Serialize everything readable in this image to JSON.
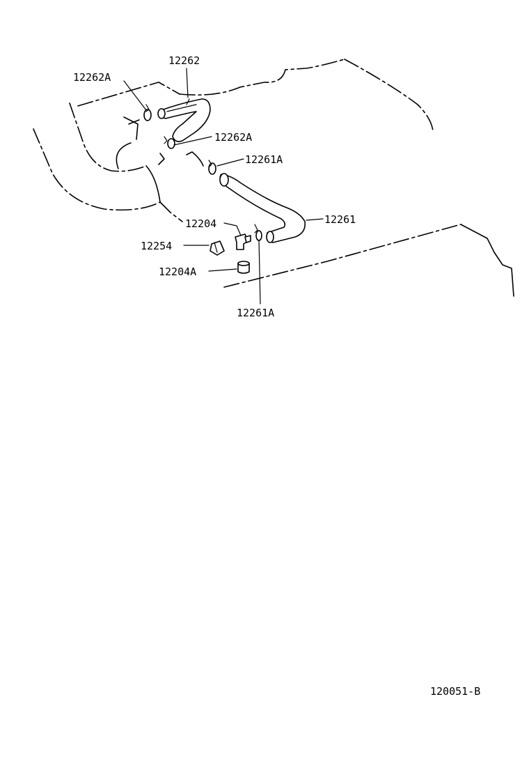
{
  "diagram": {
    "callouts": {
      "hose_upper": "12262",
      "clamp_upper_a": "12262A",
      "clamp_upper_b": "12262A",
      "clamp_lower_a": "12261A",
      "hose_lower": "12261",
      "pcv_valve": "12204",
      "grommet_cap": "12254",
      "grommet": "12204A",
      "clamp_lower_b": "12261A"
    },
    "figure_code": "120051-B"
  }
}
